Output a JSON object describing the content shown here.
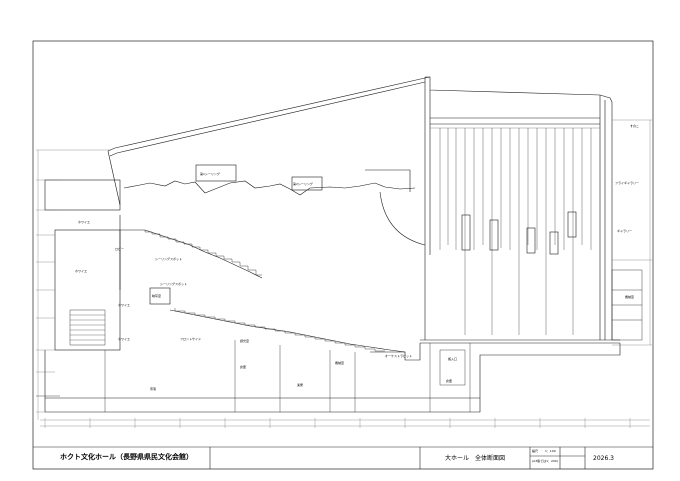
{
  "title_block": {
    "project": "ホクト文化ホール（長野県県民文化会館）",
    "drawing_title": "大ホール　全体断面図",
    "scale_label": "縮尺",
    "scale_value": "1：100",
    "paper_note": "(A3版では1：200)",
    "date": "2026.3"
  },
  "room_labels": {
    "orchestra_pit": "オーケストラピット",
    "control_room_1": "調光室",
    "lobby_upper": "ホワイエ",
    "lobby_mid": "ホワイエ",
    "lobby_lower": "ホワイエ",
    "lobby_ground": "ホワイエ",
    "booth": "映写室",
    "corridor": "ロビー",
    "balcony_1": "シーリングスポット",
    "balcony_2": "シーリングスポット",
    "side_room": "フロントサイド",
    "machine_room": "機械室",
    "storage": "倉庫",
    "basement": "奈落",
    "stage_store": "楽屋",
    "ceiling_1": "第1シーリング",
    "ceiling_2": "第2シーリング",
    "grid": "すのこ",
    "fly_gallery": "フライギャラリー",
    "rear_gallery": "ギャラリー",
    "stage_room_1": "搬入口",
    "stage_room_2": "倉庫",
    "loading": "機械室"
  },
  "colors": {
    "line": "#1a1a1a",
    "light": "#6a6a6a",
    "paper": "#ffffff"
  }
}
